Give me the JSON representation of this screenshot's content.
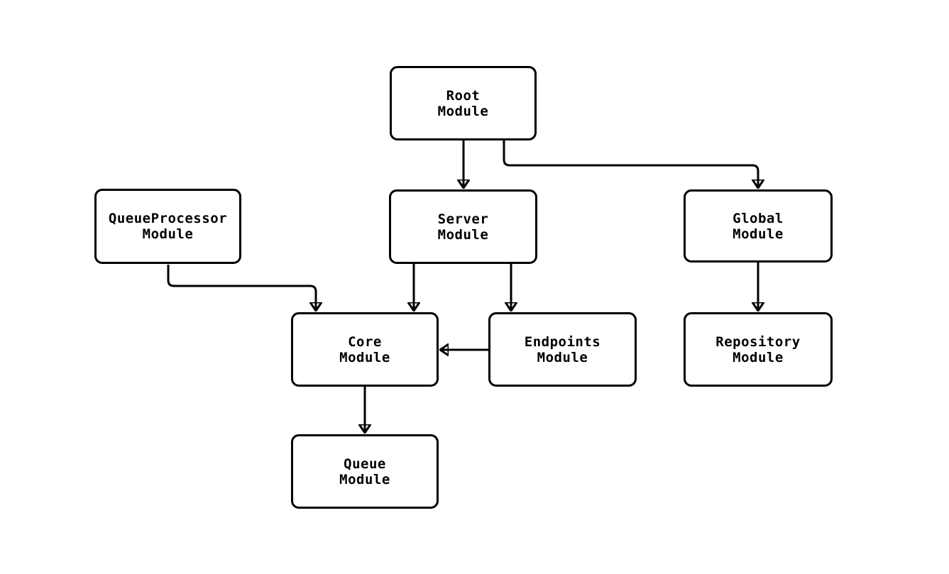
{
  "diagram": {
    "kind": "module-dependency-diagram",
    "colors": {
      "background": "#ffffff",
      "node_fill": "#ffffff",
      "node_border": "#000000",
      "edge_stroke": "#000000",
      "text": "#000000"
    },
    "nodes": [
      {
        "id": "root",
        "line1": "Root",
        "line2": "Module"
      },
      {
        "id": "queueprocessor",
        "line1": "QueueProcessor",
        "line2": "Module"
      },
      {
        "id": "server",
        "line1": "Server",
        "line2": "Module"
      },
      {
        "id": "global",
        "line1": "Global",
        "line2": "Module"
      },
      {
        "id": "core",
        "line1": "Core",
        "line2": "Module"
      },
      {
        "id": "endpoints",
        "line1": "Endpoints",
        "line2": "Module"
      },
      {
        "id": "repository",
        "line1": "Repository",
        "line2": "Module"
      },
      {
        "id": "queue",
        "line1": "Queue",
        "line2": "Module"
      }
    ],
    "edges": [
      {
        "from": "root",
        "to": "server"
      },
      {
        "from": "root",
        "to": "global"
      },
      {
        "from": "queueprocessor",
        "to": "core"
      },
      {
        "from": "server",
        "to": "core"
      },
      {
        "from": "server",
        "to": "endpoints"
      },
      {
        "from": "endpoints",
        "to": "core"
      },
      {
        "from": "global",
        "to": "repository"
      },
      {
        "from": "core",
        "to": "queue"
      }
    ]
  }
}
